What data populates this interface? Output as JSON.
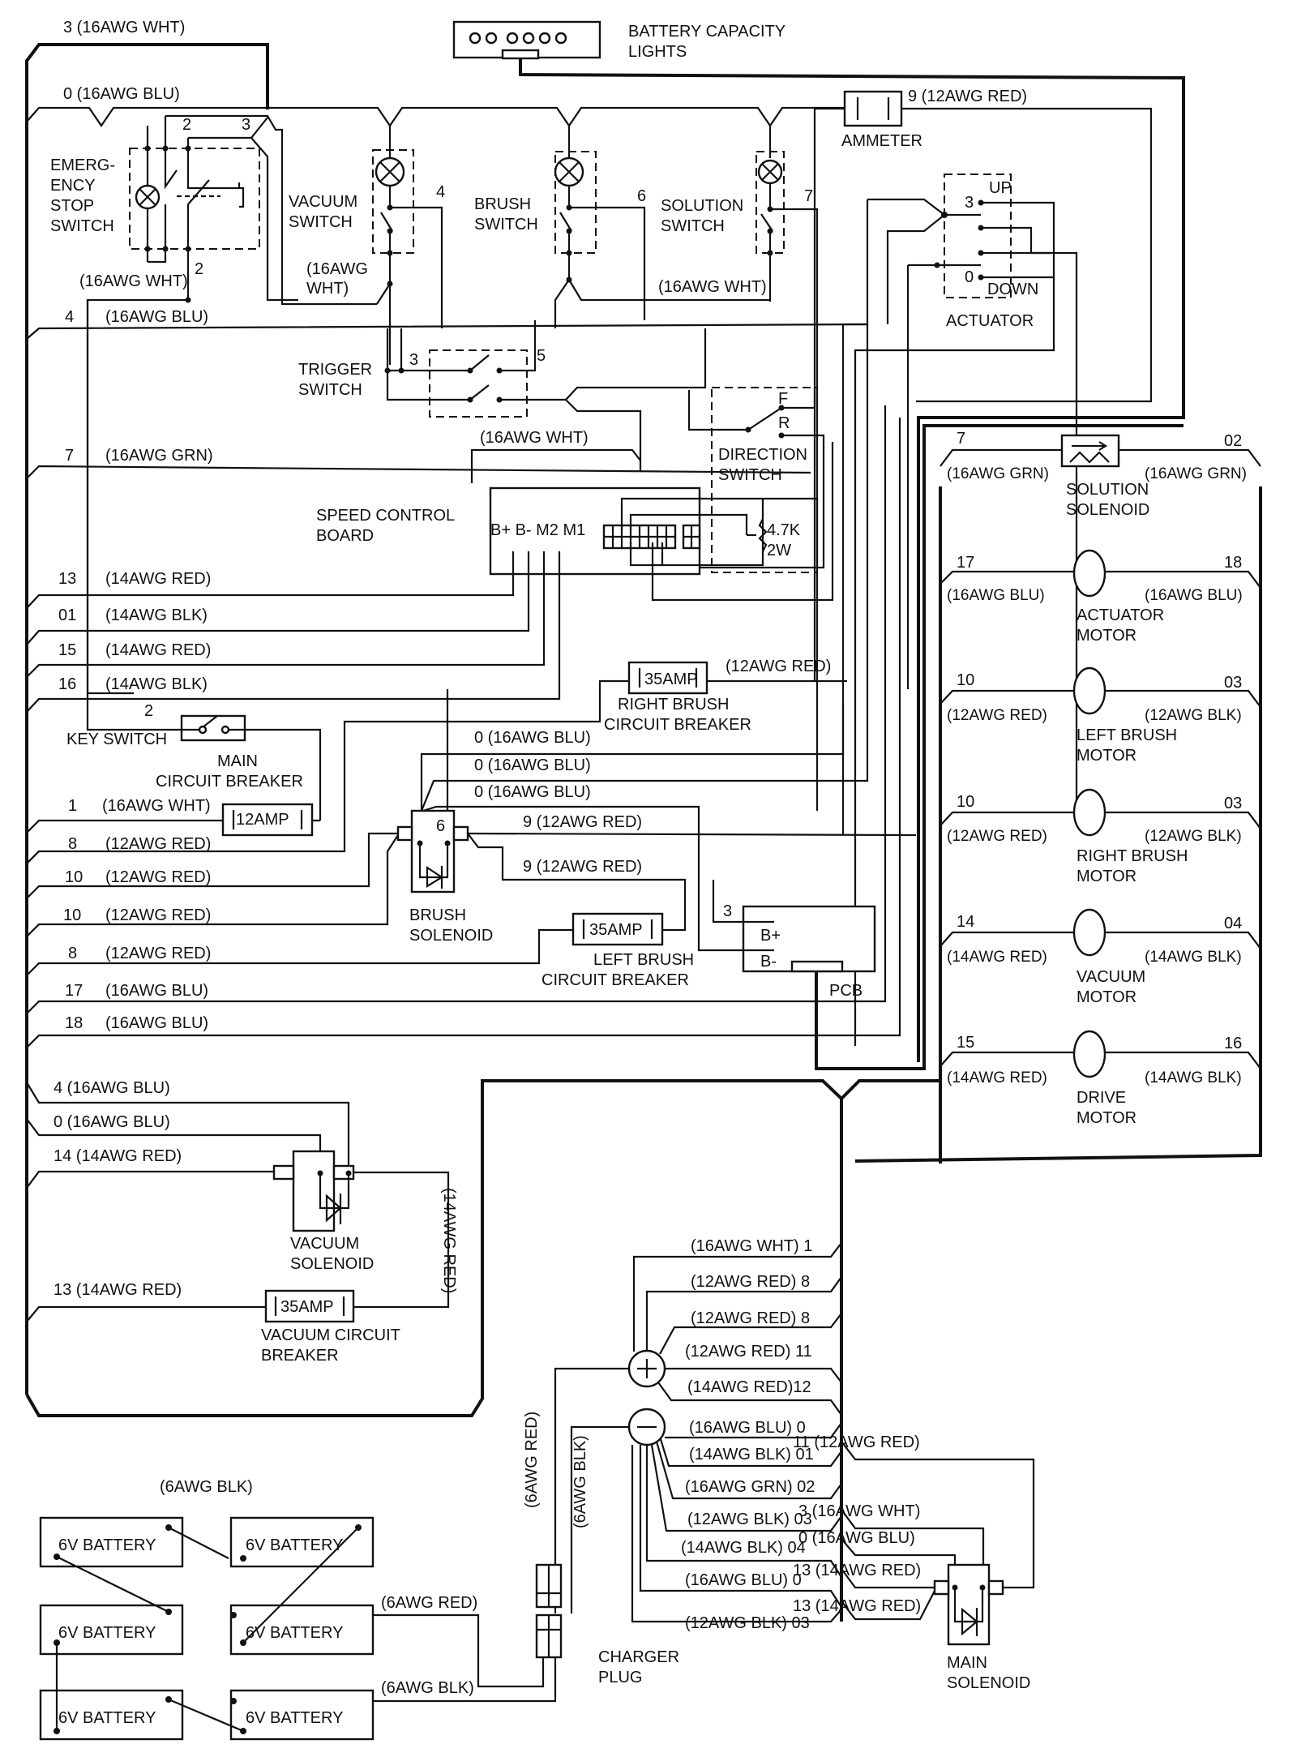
{
  "diagram": {
    "title": "Battery scrubber wiring diagram",
    "components": {
      "battery_capacity_lights": [
        "BATTERY CAPACITY",
        "LIGHTS"
      ],
      "ammeter": "AMMETER",
      "emergency_stop_switch": [
        "EMERG-",
        "ENCY",
        "STOP",
        "SWITCH"
      ],
      "vacuum_switch": [
        "VACUUM",
        "SWITCH"
      ],
      "brush_switch": [
        "BRUSH",
        "SWITCH"
      ],
      "solution_switch": [
        "SOLUTION",
        "SWITCH"
      ],
      "actuator": "ACTUATOR",
      "actuator_up": "UP",
      "actuator_down": "DOWN",
      "trigger_switch": [
        "TRIGGER",
        "SWITCH"
      ],
      "direction_switch": [
        "DIRECTION",
        "SWITCH"
      ],
      "direction_f": "F",
      "direction_r": "R",
      "speed_control_board": [
        "SPEED CONTROL",
        "BOARD"
      ],
      "speed_terminals": "B+ B- M2 M1",
      "potentiometer": [
        "4.7K",
        "2W"
      ],
      "key_switch": "KEY SWITCH",
      "main_circuit_breaker": [
        "MAIN",
        "CIRCUIT BREAKER"
      ],
      "main_breaker_rating": "12AMP",
      "right_brush_breaker": [
        "RIGHT BRUSH",
        "CIRCUIT BREAKER"
      ],
      "right_brush_rating": "35AMP",
      "brush_solenoid": [
        "BRUSH",
        "SOLENOID"
      ],
      "left_brush_breaker": [
        "LEFT BRUSH",
        "CIRCUIT BREAKER"
      ],
      "left_brush_rating": "35AMP",
      "pcb": "PCB",
      "pcb_bplus": "B+",
      "pcb_bminus": "B-",
      "vacuum_solenoid": [
        "VACUUM",
        "SOLENOID"
      ],
      "vacuum_breaker": [
        "VACUUM CIRCUIT",
        "BREAKER"
      ],
      "vacuum_breaker_rating": "35AMP",
      "solution_solenoid": [
        "SOLUTION",
        "SOLENOID"
      ],
      "actuator_motor": [
        "ACTUATOR",
        "MOTOR"
      ],
      "left_brush_motor": [
        "LEFT BRUSH",
        "MOTOR"
      ],
      "right_brush_motor": [
        "RIGHT BRUSH",
        "MOTOR"
      ],
      "vacuum_motor": [
        "VACUUM",
        "MOTOR"
      ],
      "drive_motor": [
        "DRIVE",
        "MOTOR"
      ],
      "charger_plug": [
        "CHARGER",
        "PLUG"
      ],
      "main_solenoid": [
        "MAIN",
        "SOLENOID"
      ],
      "battery": "6V BATTERY"
    },
    "top_labels": {
      "w3": "3  (16AWG WHT)",
      "w0": "0  (16AWG BLU)",
      "ammeter_wire": "9   (12AWG RED)",
      "estop_2": "2",
      "estop_3": "3",
      "estop_2b": "2",
      "estop_wht": "(16AWG WHT)",
      "vac_4": "4",
      "vac_wht": [
        "(16AWG",
        "WHT)"
      ],
      "brush_6": "6",
      "sol_7": "7",
      "sol_wht": "(16AWG WHT)",
      "act_3": "3",
      "act_0": "0",
      "trig_3": "3",
      "trig_5": "5",
      "wht_mid": "(16AWG WHT)",
      "right_breaker_wire": "(12AWG RED)",
      "key_2": "2",
      "brush_sol_6": "6",
      "pcb_3": "3"
    },
    "left_bus": [
      {
        "num": "4",
        "wire": "(16AWG BLU)"
      },
      {
        "num": "7",
        "wire": "(16AWG GRN)"
      },
      {
        "num": "13",
        "wire": "(14AWG RED)"
      },
      {
        "num": "01",
        "wire": "(14AWG BLK)"
      },
      {
        "num": "15",
        "wire": "(14AWG RED)"
      },
      {
        "num": "16",
        "wire": "(14AWG BLK)"
      },
      {
        "num": "1",
        "wire": "(16AWG WHT)"
      },
      {
        "num": "8",
        "wire": "(12AWG RED)"
      },
      {
        "num": "10",
        "wire": "(12AWG RED)"
      },
      {
        "num": "10",
        "wire": "(12AWG RED)"
      },
      {
        "num": "8",
        "wire": "(12AWG RED)"
      },
      {
        "num": "17",
        "wire": "(16AWG BLU)"
      },
      {
        "num": "18",
        "wire": "(16AWG BLU)"
      }
    ],
    "brush_sol_wires": [
      "0  (16AWG BLU)",
      "0  (16AWG BLU)",
      "0  (16AWG BLU)",
      "9  (12AWG RED)",
      "9  (12AWG RED)"
    ],
    "vacuum_section": [
      "4 (16AWG BLU)",
      "0 (16AWG BLU)",
      "14 (14AWG RED)",
      "13 (14AWG RED)"
    ],
    "vacuum_vertical": "(14AWG RED)",
    "motors": [
      {
        "left_num": "7",
        "left_wire": "(16AWG GRN)",
        "right_num": "02",
        "right_wire": "(16AWG GRN)"
      },
      {
        "left_num": "17",
        "left_wire": "(16AWG BLU)",
        "right_num": "18",
        "right_wire": "(16AWG BLU)"
      },
      {
        "left_num": "10",
        "left_wire": "(12AWG RED)",
        "right_num": "03",
        "right_wire": "(12AWG BLK)"
      },
      {
        "left_num": "10",
        "left_wire": "(12AWG RED)",
        "right_num": "03",
        "right_wire": "(12AWG BLK)"
      },
      {
        "left_num": "14",
        "left_wire": "(14AWG RED)",
        "right_num": "04",
        "right_wire": "(14AWG BLK)"
      },
      {
        "left_num": "15",
        "left_wire": "(14AWG RED)",
        "right_num": "16",
        "right_wire": "(14AWG BLK)"
      }
    ],
    "positive_post": [
      "(16AWG WHT)  1",
      "(12AWG RED)  8",
      "(12AWG RED)  8",
      "(12AWG RED)  11",
      "(14AWG RED)12"
    ],
    "negative_post": [
      "(16AWG BLU)  0",
      "(14AWG BLK) 01",
      "(16AWG GRN) 02",
      "(12AWG BLK)  03",
      "(14AWG BLK)  04",
      "(16AWG BLU)  0",
      "(12AWG BLK)  03"
    ],
    "main_solenoid_wires": [
      "11 (12AWG RED)",
      "3 (16AWG WHT)",
      "0 (16AWG BLU)",
      "13 (14AWG RED)",
      "13 (14AWG RED)"
    ],
    "battery_section": {
      "top_cable": "(6AWG BLK)",
      "red_cable": "(6AWG RED)",
      "blk_cable": "(6AWG BLK)",
      "vert_red": "(6AWG RED)",
      "vert_blk": "(6AWG BLK)",
      "plus": "+",
      "minus": "-"
    }
  }
}
